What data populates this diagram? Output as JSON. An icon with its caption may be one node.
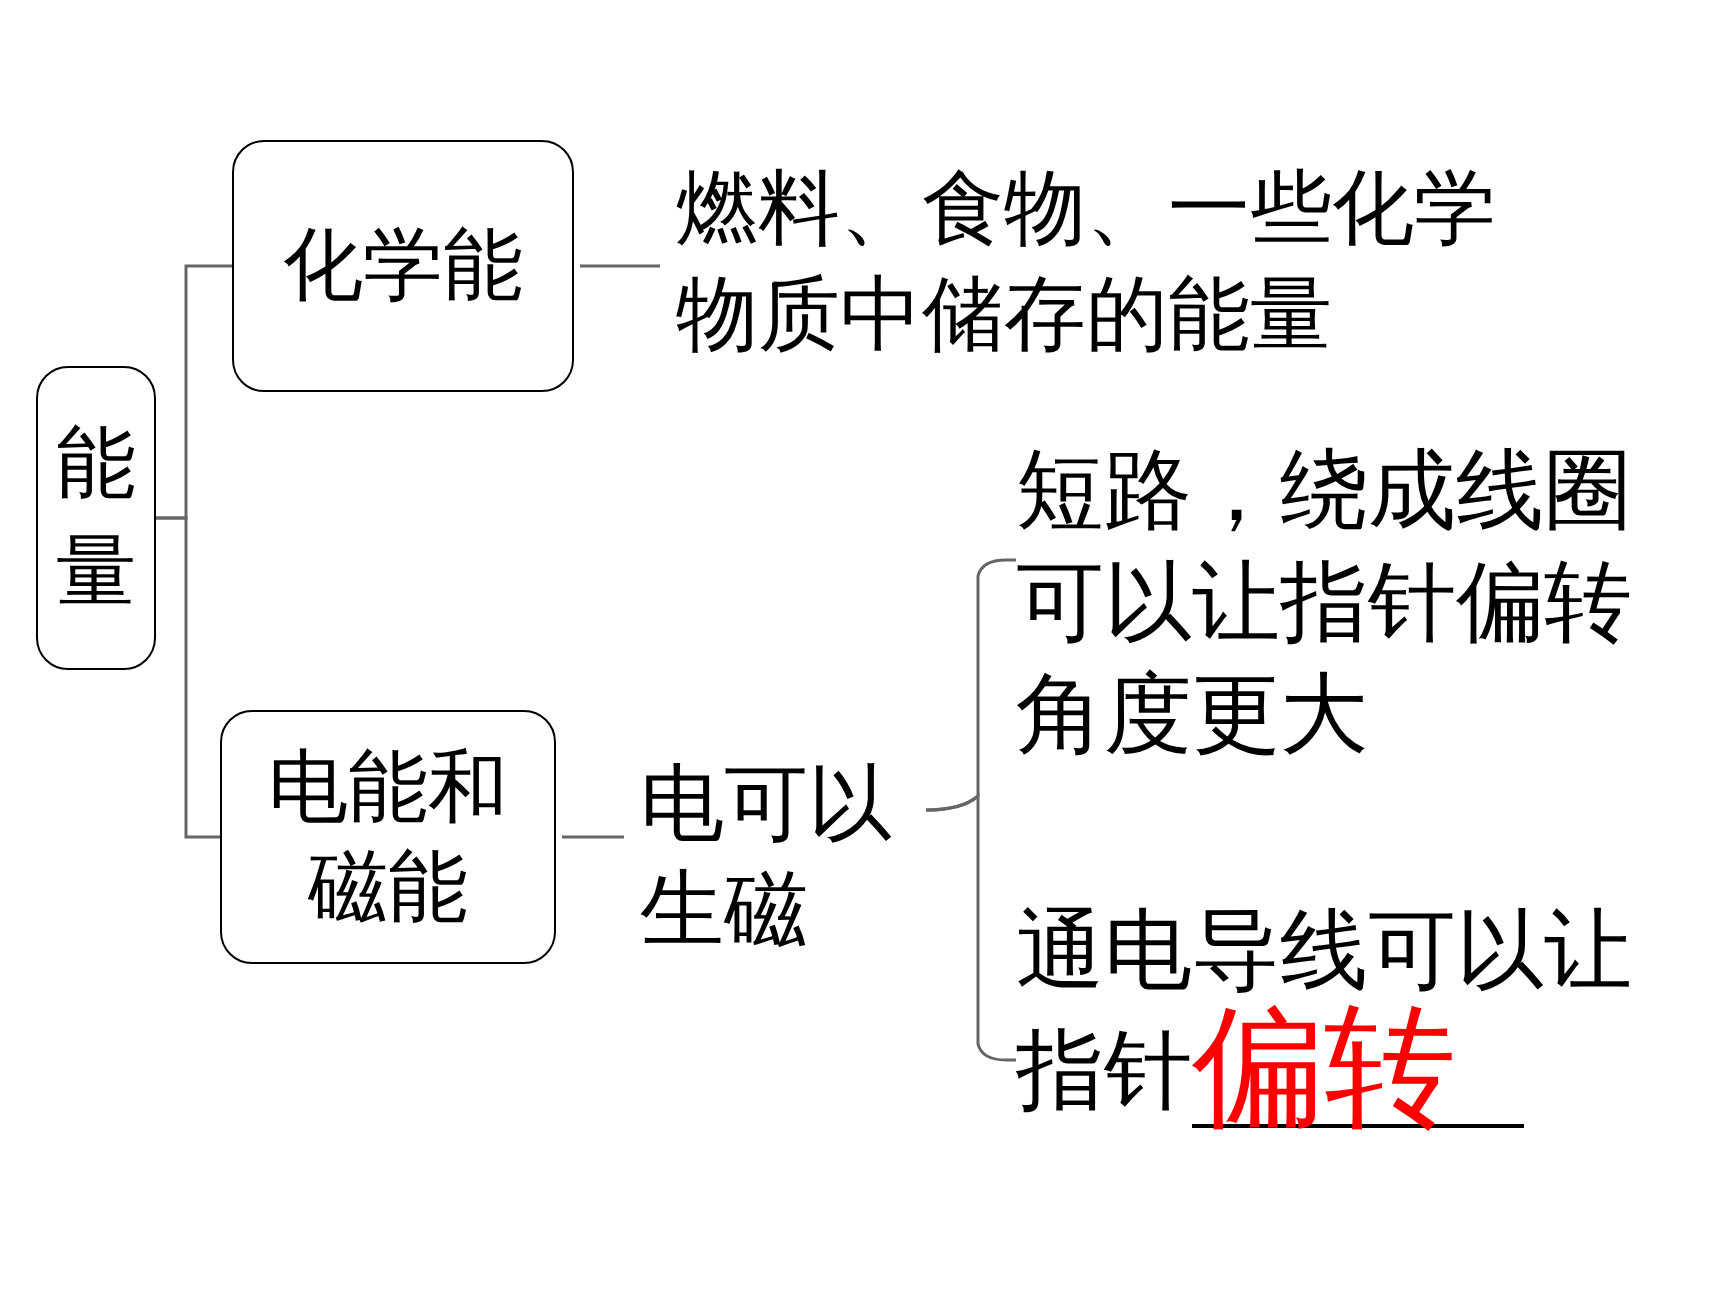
{
  "diagram": {
    "nodes": [
      {
        "text": [
          "能量"
        ]
      },
      {
        "text": [
          "化学能"
        ]
      },
      {
        "text": [
          "燃料、食物、一些化学物质中储存的能量"
        ]
      },
      {
        "text": [
          "电能和磁能"
        ]
      },
      {
        "text": [
          "电可以生磁"
        ]
      },
      {
        "text": [
          "短路，绕成线圈可以让指针偏转角度更大"
        ]
      },
      {
        "text": [
          "通电导线可以让指针",
          "偏转"
        ]
      }
    ],
    "edges": [
      {
        "from": 0,
        "to": 1,
        "arrow": "none"
      },
      {
        "from": 0,
        "to": 3,
        "arrow": "none"
      },
      {
        "from": 1,
        "to": 2,
        "arrow": "none"
      },
      {
        "from": 3,
        "to": 4,
        "arrow": "none"
      },
      {
        "from": 4,
        "to": 5,
        "arrow": "none"
      },
      {
        "from": 4,
        "to": 6,
        "arrow": "none"
      }
    ]
  }
}
